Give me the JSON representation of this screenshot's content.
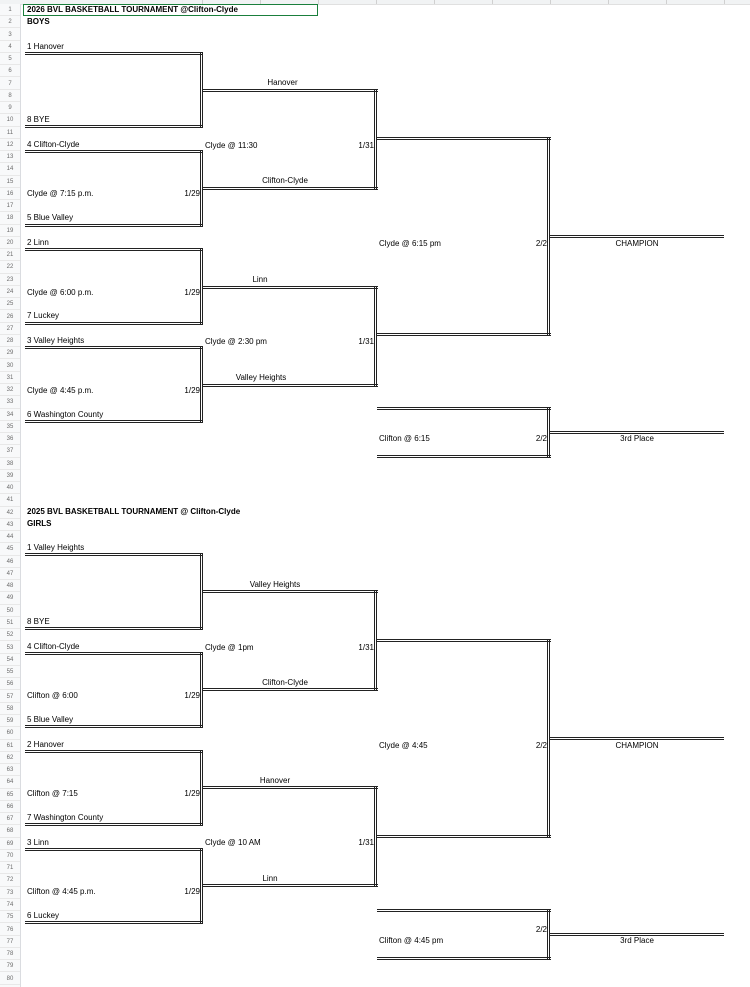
{
  "sheet": {
    "row_count": 80
  },
  "boys": {
    "title": "2026 BVL BASKETBALL TOURNAMENT @Clifton-Clyde",
    "subtitle": "BOYS",
    "r1": [
      {
        "label": "1  Hanover"
      },
      {
        "label": "8 BYE"
      },
      {
        "label": "4  Clifton-Clyde"
      },
      {
        "label": "Clyde @ 7:15 p.m."
      },
      {
        "label": "5 Blue Valley"
      },
      {
        "label": "2  Linn"
      },
      {
        "label": "Clyde @ 6:00 p.m."
      },
      {
        "label": "7  Luckey"
      },
      {
        "label": "3  Valley Heights"
      },
      {
        "label": "Clyde @ 4:45 p.m."
      },
      {
        "label": "6 Washington County"
      }
    ],
    "r1_dates": [
      "1/29",
      "1/29",
      "1/29"
    ],
    "r2": {
      "winner_a": "Hanover",
      "game_a": "Clyde @ 11:30",
      "date_a": "1/31",
      "winner_b": "Clifton-Clyde",
      "winner_c": "Linn",
      "game_c": "Clyde @ 2:30 pm",
      "date_c": "1/31",
      "winner_d": "Valley Heights"
    },
    "final": {
      "game": "Clyde @ 6:15 pm",
      "date": "2/2",
      "label": "CHAMPION"
    },
    "third": {
      "game": "Clifton @ 6:15",
      "date": "2/2",
      "label": "3rd Place"
    }
  },
  "girls": {
    "title": "2025 BVL BASKETBALL TOURNAMENT @ Clifton-Clyde",
    "subtitle": "GIRLS",
    "r1": [
      {
        "label": "1  Valley Heights"
      },
      {
        "label": "8 BYE"
      },
      {
        "label": "4  Clifton-Clyde"
      },
      {
        "label": "Clifton @ 6:00"
      },
      {
        "label": "5  Blue Valley"
      },
      {
        "label": "2  Hanover"
      },
      {
        "label": "Clifton @ 7:15"
      },
      {
        "label": "7  Washington County"
      },
      {
        "label": "3   Linn"
      },
      {
        "label": "Clifton @ 4:45 p.m."
      },
      {
        "label": "6  Luckey"
      }
    ],
    "r1_dates": [
      "1/29",
      "1/29",
      "1/29"
    ],
    "r2": {
      "winner_a": "Valley Heights",
      "game_a": "Clyde @ 1pm",
      "date_a": "1/31",
      "winner_b": "Clifton-Clyde",
      "winner_c": "Hanover",
      "game_c": "Clyde @ 10 AM",
      "date_c": "1/31",
      "winner_d": "Linn"
    },
    "final": {
      "game": "Clyde @ 4:45",
      "date": "2/2",
      "label": "CHAMPION"
    },
    "third": {
      "game": "Clifton @ 4:45 pm",
      "date": "2/2",
      "label": "3rd Place"
    }
  }
}
